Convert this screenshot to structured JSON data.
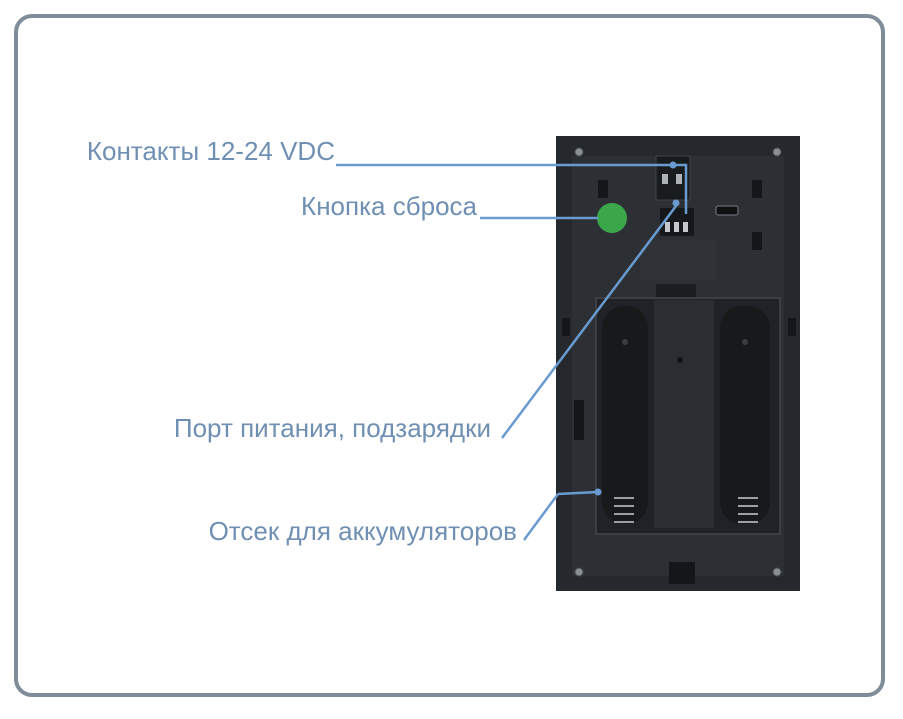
{
  "colors": {
    "frame": "#7f8d9a",
    "label_text": "#6f8fb3",
    "leader_line": "#6a9bd0",
    "device_body": "#25292d",
    "battery": "#17191b",
    "reset_button": "#3aa84a"
  },
  "labels": {
    "contacts": "Контакты 12-24 VDC",
    "reset_button": "Кнопка сброса",
    "power_port": "Порт питания, подзарядки",
    "battery_compartment": "Отсек для аккумуляторов"
  }
}
